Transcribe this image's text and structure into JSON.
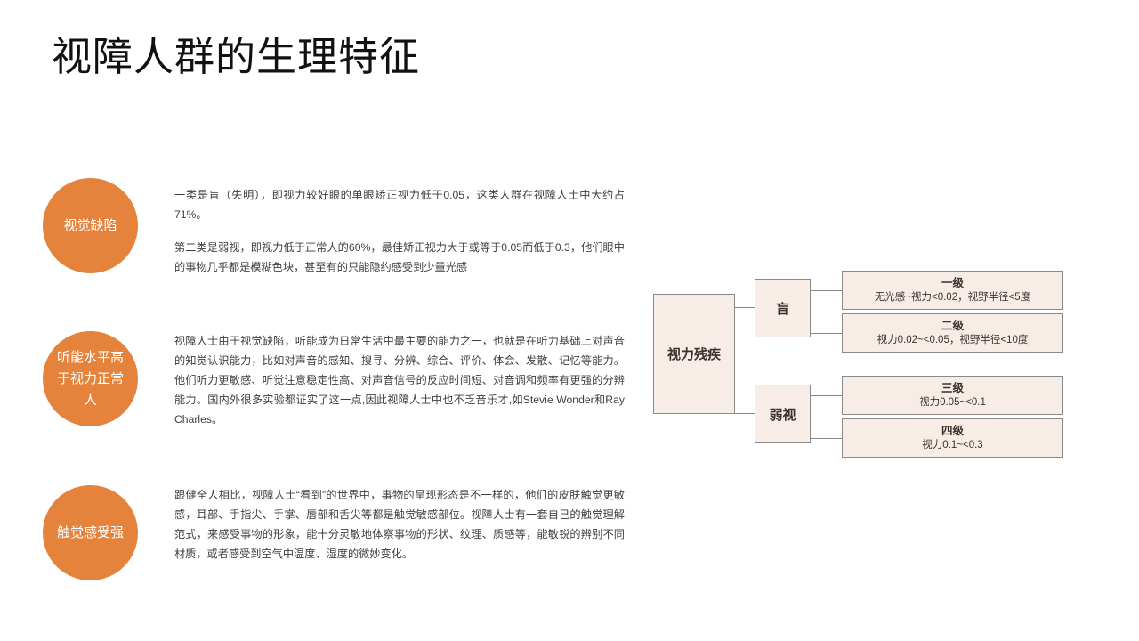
{
  "slide": {
    "title": "视障人群的生理特征",
    "accent_color": "#e5823c",
    "box_fill_color": "#f8ece6",
    "box_border_color": "#8a8a8a"
  },
  "features": [
    {
      "circle_label": "视觉缺陷",
      "paragraphs": [
        "一类是盲（失明），即视力较好眼的单眼矫正视力低于0.05，这类人群在视障人士中大约占71%。",
        "第二类是弱视，即视力低于正常人的60%，最佳矫正视力大于或等于0.05而低于0.3，他们眼中的事物几乎都是模糊色块，甚至有的只能隐约感受到少量光感"
      ]
    },
    {
      "circle_label": "听能水平高于视力正常人",
      "paragraphs": [
        "视障人士由于视觉缺陷，听能成为日常生活中最主要的能力之一，也就是在听力基础上对声音的知觉认识能力，比如对声音的感知、搜寻、分辨、综合、评价、体会、发散、记忆等能力。他们听力更敏感、听觉注意稳定性高、对声音信号的反应时间短、对音调和频率有更强的分辨能力。国内外很多实验都证实了这一点,因此视障人士中也不乏音乐才,如Stevie Wonder和Ray Charles。"
      ]
    },
    {
      "circle_label": "触觉感受强",
      "paragraphs": [
        "跟健全人相比，视障人士“看到”的世界中，事物的呈现形态是不一样的，他们的皮肤触觉更敏感，耳部、手指尖、手掌、唇部和舌尖等都是触觉敏感部位。视障人士有一套自己的触觉理解范式，来感受事物的形象，能十分灵敏地体察事物的形状、纹理、质感等，能敏锐的辨别不同材质，或者感受到空气中温度、湿度的微妙变化。"
      ]
    }
  ],
  "diagram": {
    "root": "视力残疾",
    "branches": [
      {
        "label": "盲",
        "levels": [
          {
            "title": "一级",
            "desc": "无光感~视力<0.02，视野半径<5度"
          },
          {
            "title": "二级",
            "desc": "视力0.02~<0.05，视野半径<10度"
          }
        ]
      },
      {
        "label": "弱视",
        "levels": [
          {
            "title": "三级",
            "desc": "视力0.05~<0.1"
          },
          {
            "title": "四级",
            "desc": "视力0.1~<0.3"
          }
        ]
      }
    ]
  }
}
